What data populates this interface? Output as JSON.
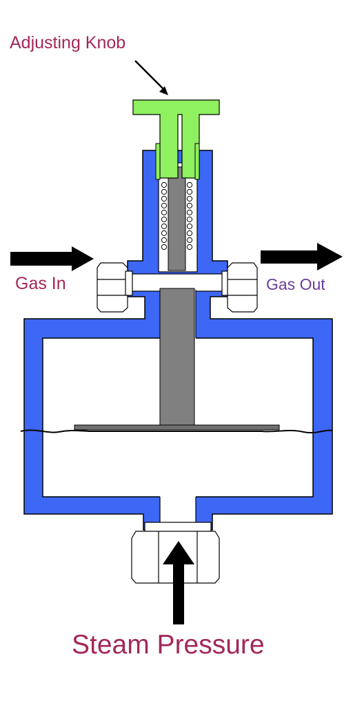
{
  "labels": {
    "adjusting_knob": "Adjusting Knob",
    "gas_in": "Gas In",
    "gas_out": "Gas Out",
    "steam_pressure": "Steam Pressure"
  },
  "colors": {
    "body": "#3d67f5",
    "knob": "#8ff060",
    "stem": "#808080",
    "label_magenta": "#a3275a",
    "label_purple": "#6a3d9a",
    "outline": "#000000",
    "bore": "#ffffff"
  }
}
